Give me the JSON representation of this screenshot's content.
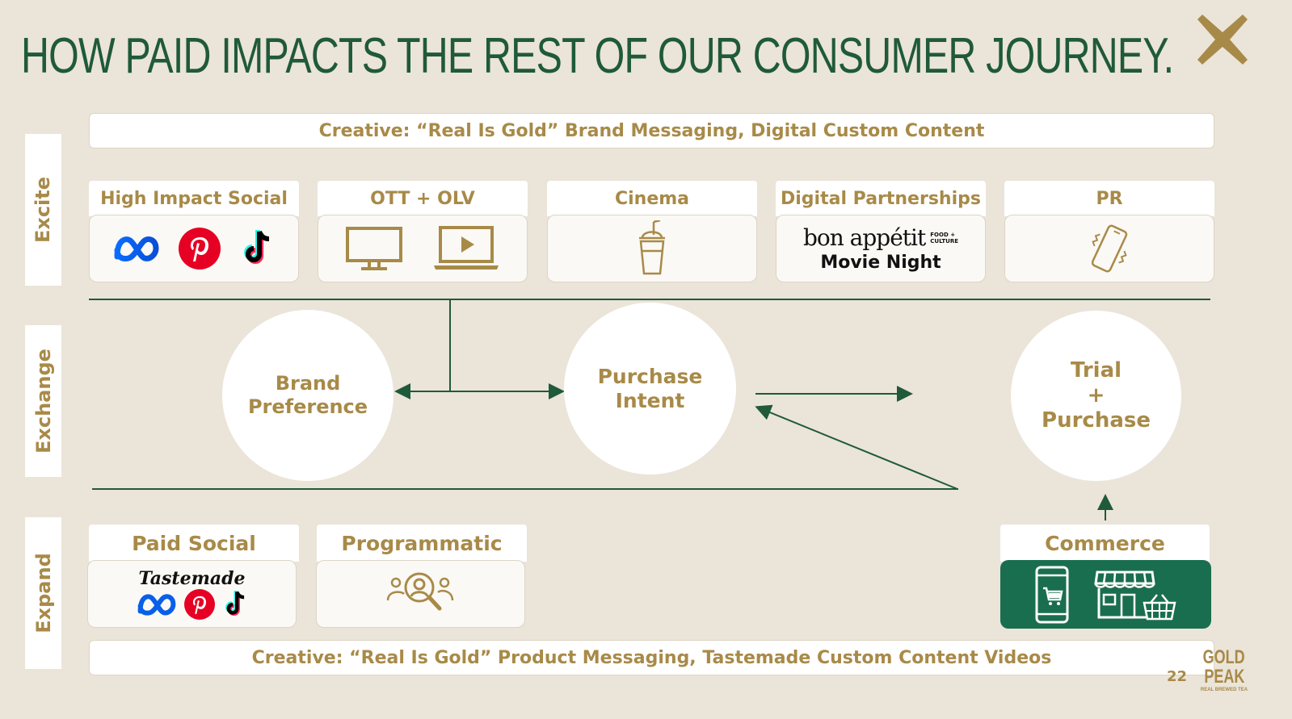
{
  "title": "HOW PAID IMPACTS THE REST OF OUR CONSUMER JOURNEY.",
  "colors": {
    "background": "#ebe4d9",
    "green": "#1f5a3a",
    "gold": "#a88a48",
    "white": "#ffffff"
  },
  "side_tabs": {
    "excite": "Excite",
    "exchange": "Exchange",
    "expand": "Expand"
  },
  "top_creative": "Creative: “Real Is Gold” Brand Messaging, Digital Custom Content",
  "bottom_creative": "Creative: “Real Is Gold” Product Messaging, Tastemade Custom Content Videos",
  "excite_cards": [
    {
      "label": "High Impact Social",
      "icons": [
        "meta-icon",
        "pinterest-icon",
        "tiktok-icon"
      ]
    },
    {
      "label": "OTT + OLV",
      "icons": [
        "tv-icon",
        "laptop-play-icon"
      ]
    },
    {
      "label": "Cinema",
      "icons": [
        "drink-cup-icon"
      ]
    },
    {
      "label": "Digital Partnerships",
      "logo_text": "bon appétit",
      "logo_small_line1": "FOOD +",
      "logo_small_line2": "CULTURE",
      "caption": "Movie Night"
    },
    {
      "label": "PR",
      "icons": [
        "phone-vibrate-icon"
      ]
    }
  ],
  "circles": {
    "brand_preference": {
      "line1": "Brand",
      "line2": "Preference"
    },
    "purchase_intent": {
      "line1": "Purchase",
      "line2": "Intent"
    },
    "trial_purchase": {
      "line1": "Trial",
      "line2": "+",
      "line3": "Purchase"
    }
  },
  "expand_cards": [
    {
      "label": "Paid Social",
      "logo_text": "Tastemade",
      "icons": [
        "meta-icon",
        "pinterest-icon",
        "tiktok-icon"
      ]
    },
    {
      "label": "Programmatic",
      "icons": [
        "audience-search-icon"
      ]
    },
    {
      "label": "Commerce",
      "icons": [
        "mobile-cart-icon",
        "storefront-basket-icon"
      ]
    }
  ],
  "page_number": "22",
  "brand_logo": {
    "line1": "GOLD",
    "line2": "PEAK",
    "tagline": "REAL BREWED TEA"
  }
}
